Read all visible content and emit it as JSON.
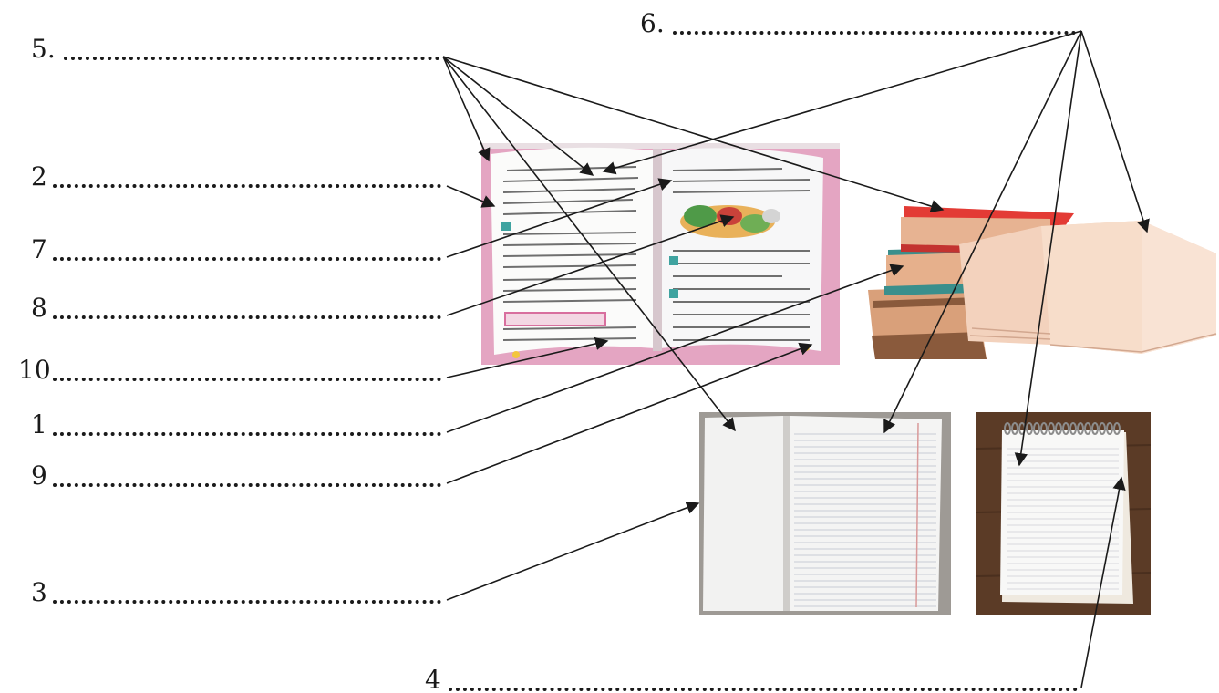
{
  "labels": [
    {
      "id": "label-5",
      "number": "5."
    },
    {
      "id": "label-6",
      "number": "6."
    },
    {
      "id": "label-2",
      "number": "2"
    },
    {
      "id": "label-7",
      "number": "7"
    },
    {
      "id": "label-8",
      "number": "8"
    },
    {
      "id": "label-10",
      "number": "10"
    },
    {
      "id": "label-1",
      "number": "1"
    },
    {
      "id": "label-9",
      "number": "9"
    },
    {
      "id": "label-3",
      "number": "3"
    },
    {
      "id": "label-4",
      "number": "4"
    }
  ],
  "pictures": [
    {
      "id": "open-textbook",
      "subject": "open textbook with pink cover"
    },
    {
      "id": "stack-of-books",
      "subject": "stack of closed and open books"
    },
    {
      "id": "open-exercise-notebook",
      "subject": "open lined exercise notebook"
    },
    {
      "id": "spiral-notepad",
      "subject": "spiral notepad on wooden table"
    }
  ],
  "colors": {
    "ink": "#1a1a1a",
    "textbook_pink": "#e8a9c6",
    "book_red": "#e33b35",
    "book_teal": "#3a8f8c",
    "book_brown": "#8a5a3c",
    "wood": "#5b3b26",
    "page_white": "#f4f3f0"
  }
}
